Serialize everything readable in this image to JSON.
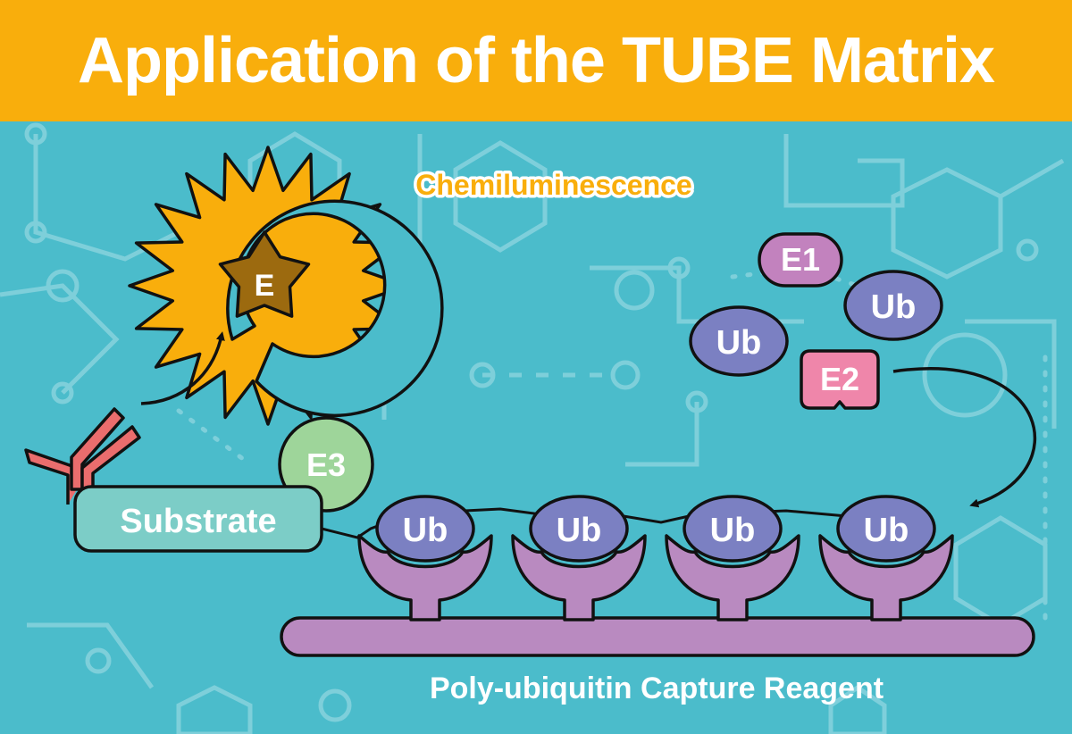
{
  "title": "Application of the TUBE Matrix",
  "labels": {
    "chemiluminescence": "Chemiluminescence",
    "enzyme": "E",
    "e1": "E1",
    "e2": "E2",
    "e3": "E3",
    "ub": "Ub",
    "substrate": "Substrate",
    "capture_reagent": "Poly-ubiquitin Capture Reagent"
  },
  "colors": {
    "header": "#f9ae0c",
    "background": "#4bbccb",
    "sun": "#f9ae0c",
    "enzyme": "#9c6a0f",
    "ub": "#7b80c2",
    "e1": "#c282be",
    "e2": "#ef86aa",
    "e3": "#9ed59a",
    "substrate": "#7ccdc7",
    "reagent": "#b98ac0",
    "antibody": "#ea6d6d"
  },
  "icons": [
    "sun-burst-icon",
    "antibody-icon",
    "curved-arrow-icon"
  ]
}
